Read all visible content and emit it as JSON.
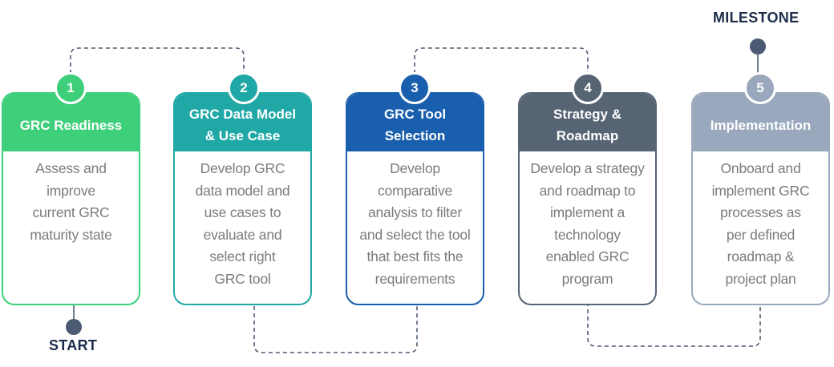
{
  "stages": [
    {
      "number": "1",
      "title_lines": [
        "GRC Readiness"
      ],
      "body": "Assess and\nimprove\ncurrent GRC\nmaturity state",
      "color": "#3ecf7a"
    },
    {
      "number": "2",
      "title_lines": [
        "GRC Data Model",
        "& Use Case"
      ],
      "body": "Develop GRC\ndata model and\nuse cases to\nevaluate and\nselect right\nGRC tool",
      "color": "#20a8a6"
    },
    {
      "number": "3",
      "title_lines": [
        "GRC Tool",
        "Selection"
      ],
      "body": "Develop\ncomparative\nanalysis to filter\nand select the tool\nthat best fits the\nrequirements",
      "color": "#1a5fad"
    },
    {
      "number": "4",
      "title_lines": [
        "Strategy &",
        "Roadmap"
      ],
      "body": "Develop a strategy\nand roadmap to\nimplement a\ntechnology\nenabled GRC\nprogram",
      "color": "#566474"
    },
    {
      "number": "5",
      "title_lines": [
        "Implementation"
      ],
      "body": "Onboard and\nimplement GRC\nprocesses as\nper defined\nroadmap &\nproject plan",
      "color": "#9aa8bd"
    }
  ],
  "start_label": "START",
  "milestone_label": "MILESTONE",
  "connector_color": "#4a5a72"
}
